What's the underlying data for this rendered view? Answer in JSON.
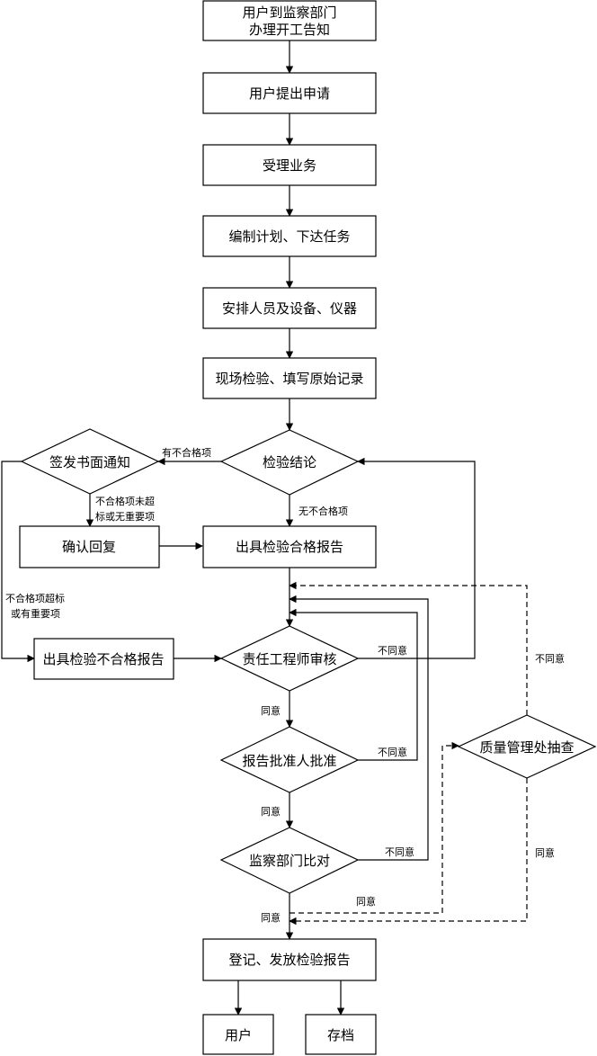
{
  "nodes": {
    "notify": [
      "用户到监察部门",
      "办理开工告知"
    ],
    "apply": "用户提出申请",
    "accept": "受理业务",
    "plan": "编制计划、下达任务",
    "arrange": "安排人员及设备、仪器",
    "inspect": "现场检验、填写原始记录",
    "conclusion": "检验结论",
    "notice": "签发书面通知",
    "confirm": "确认回复",
    "pass_report": "出具检验合格报告",
    "fail_report": "出具检验不合格报告",
    "engineer": "责任工程师审核",
    "approver": "报告批准人批准",
    "dept": "监察部门比对",
    "quality": "质量管理处抽查",
    "issue": "登记、发放检验报告",
    "user": "用户",
    "archive": "存档"
  },
  "labels": {
    "has_fail": "有不合格项",
    "no_fail": "无不合格项",
    "fail_minor": [
      "不合格项未超",
      "标或无重要项"
    ],
    "fail_major": [
      "不合格项超标",
      "或有重要项"
    ],
    "disagree": "不同意",
    "agree": "同意"
  }
}
